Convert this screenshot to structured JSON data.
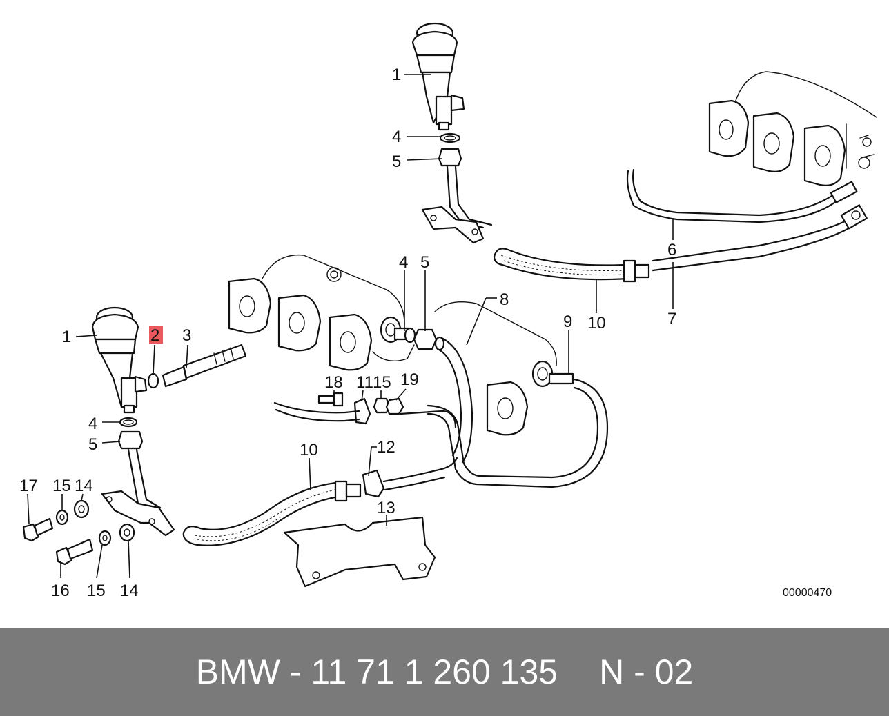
{
  "callouts": {
    "top_1": "1",
    "top_4": "4",
    "top_5": "5",
    "top_6": "6",
    "top_7": "7",
    "top_10": "10",
    "mid_4": "4",
    "mid_5": "5",
    "mid_8": "8",
    "mid_9": "9",
    "left_1": "1",
    "left_2": "2",
    "left_3": "3",
    "left_4": "4",
    "left_5": "5",
    "p18": "18",
    "p11": "11",
    "p15a": "15",
    "p19": "19",
    "low_10": "10",
    "p12": "12",
    "p13": "13",
    "p17": "17",
    "p15b": "15",
    "p14a": "14",
    "p16": "16",
    "p15c": "15",
    "p14b": "14"
  },
  "highlight_color": "#e8474c",
  "reference_number": "00000470",
  "footer": {
    "part_number": "BMW - 11 71 1 260 135",
    "position": "N - 02"
  }
}
